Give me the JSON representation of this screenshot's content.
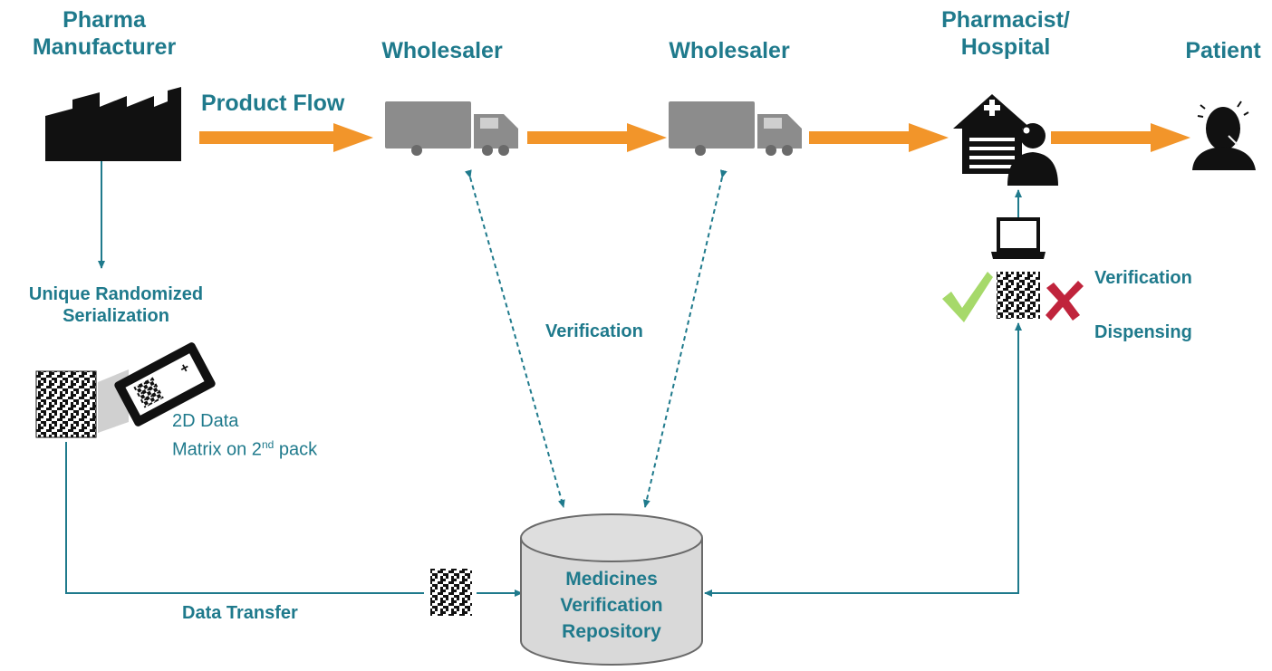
{
  "actors": {
    "manufacturer": "Pharma\nManufacturer",
    "wholesaler_1": "Wholesaler",
    "wholesaler_2": "Wholesaler",
    "pharmacist": "Pharmacist/\nHospital",
    "patient": "Patient"
  },
  "labels": {
    "product_flow": "Product Flow",
    "serialization": "Unique Randomized\nSerialization",
    "data_matrix_line1": "2D Data",
    "data_matrix_line2_pre": "Matrix on 2",
    "data_matrix_sup": "nd",
    "data_matrix_line2_post": " pack",
    "verification_center": "Verification",
    "verification_right": "Verification",
    "dispensing": "Dispensing",
    "data_transfer": "Data Transfer",
    "repository": "Medicines\nVerification\nRepository"
  },
  "colors": {
    "text": "#1f7a8c",
    "product_arrow": "#f2952a",
    "flow_line": "#1f7a8c",
    "truck": "#8c8c8c",
    "check": "#a6d96a",
    "cross": "#c0243c",
    "cylinder_fill": "#d9d9d9"
  },
  "icons": [
    "factory-icon",
    "truck-icon",
    "pharmacy-icon",
    "doctor-icon",
    "patient-icon",
    "laptop-icon",
    "qr-code-icon",
    "pack-icon",
    "check-icon",
    "cross-icon",
    "database-icon"
  ]
}
